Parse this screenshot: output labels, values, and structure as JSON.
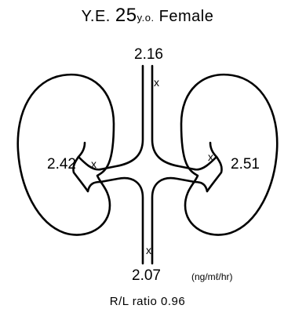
{
  "title": {
    "prefix": "Y.E.",
    "age_number": "25",
    "age_unit": "y.o.",
    "sex": "Female"
  },
  "measurements": {
    "ivc_above_renal": "2.16",
    "right_renal_vein": "2.42",
    "left_renal_vein": "2.51",
    "ivc_below_renal": "2.07"
  },
  "sample_markers": {
    "ivc_above": "x",
    "right_vein": "x",
    "left_vein": "x",
    "ivc_below": "x"
  },
  "units": "(ng/mℓ/hr)",
  "ratio": {
    "label": "R/L ratio",
    "value": "0.96"
  }
}
